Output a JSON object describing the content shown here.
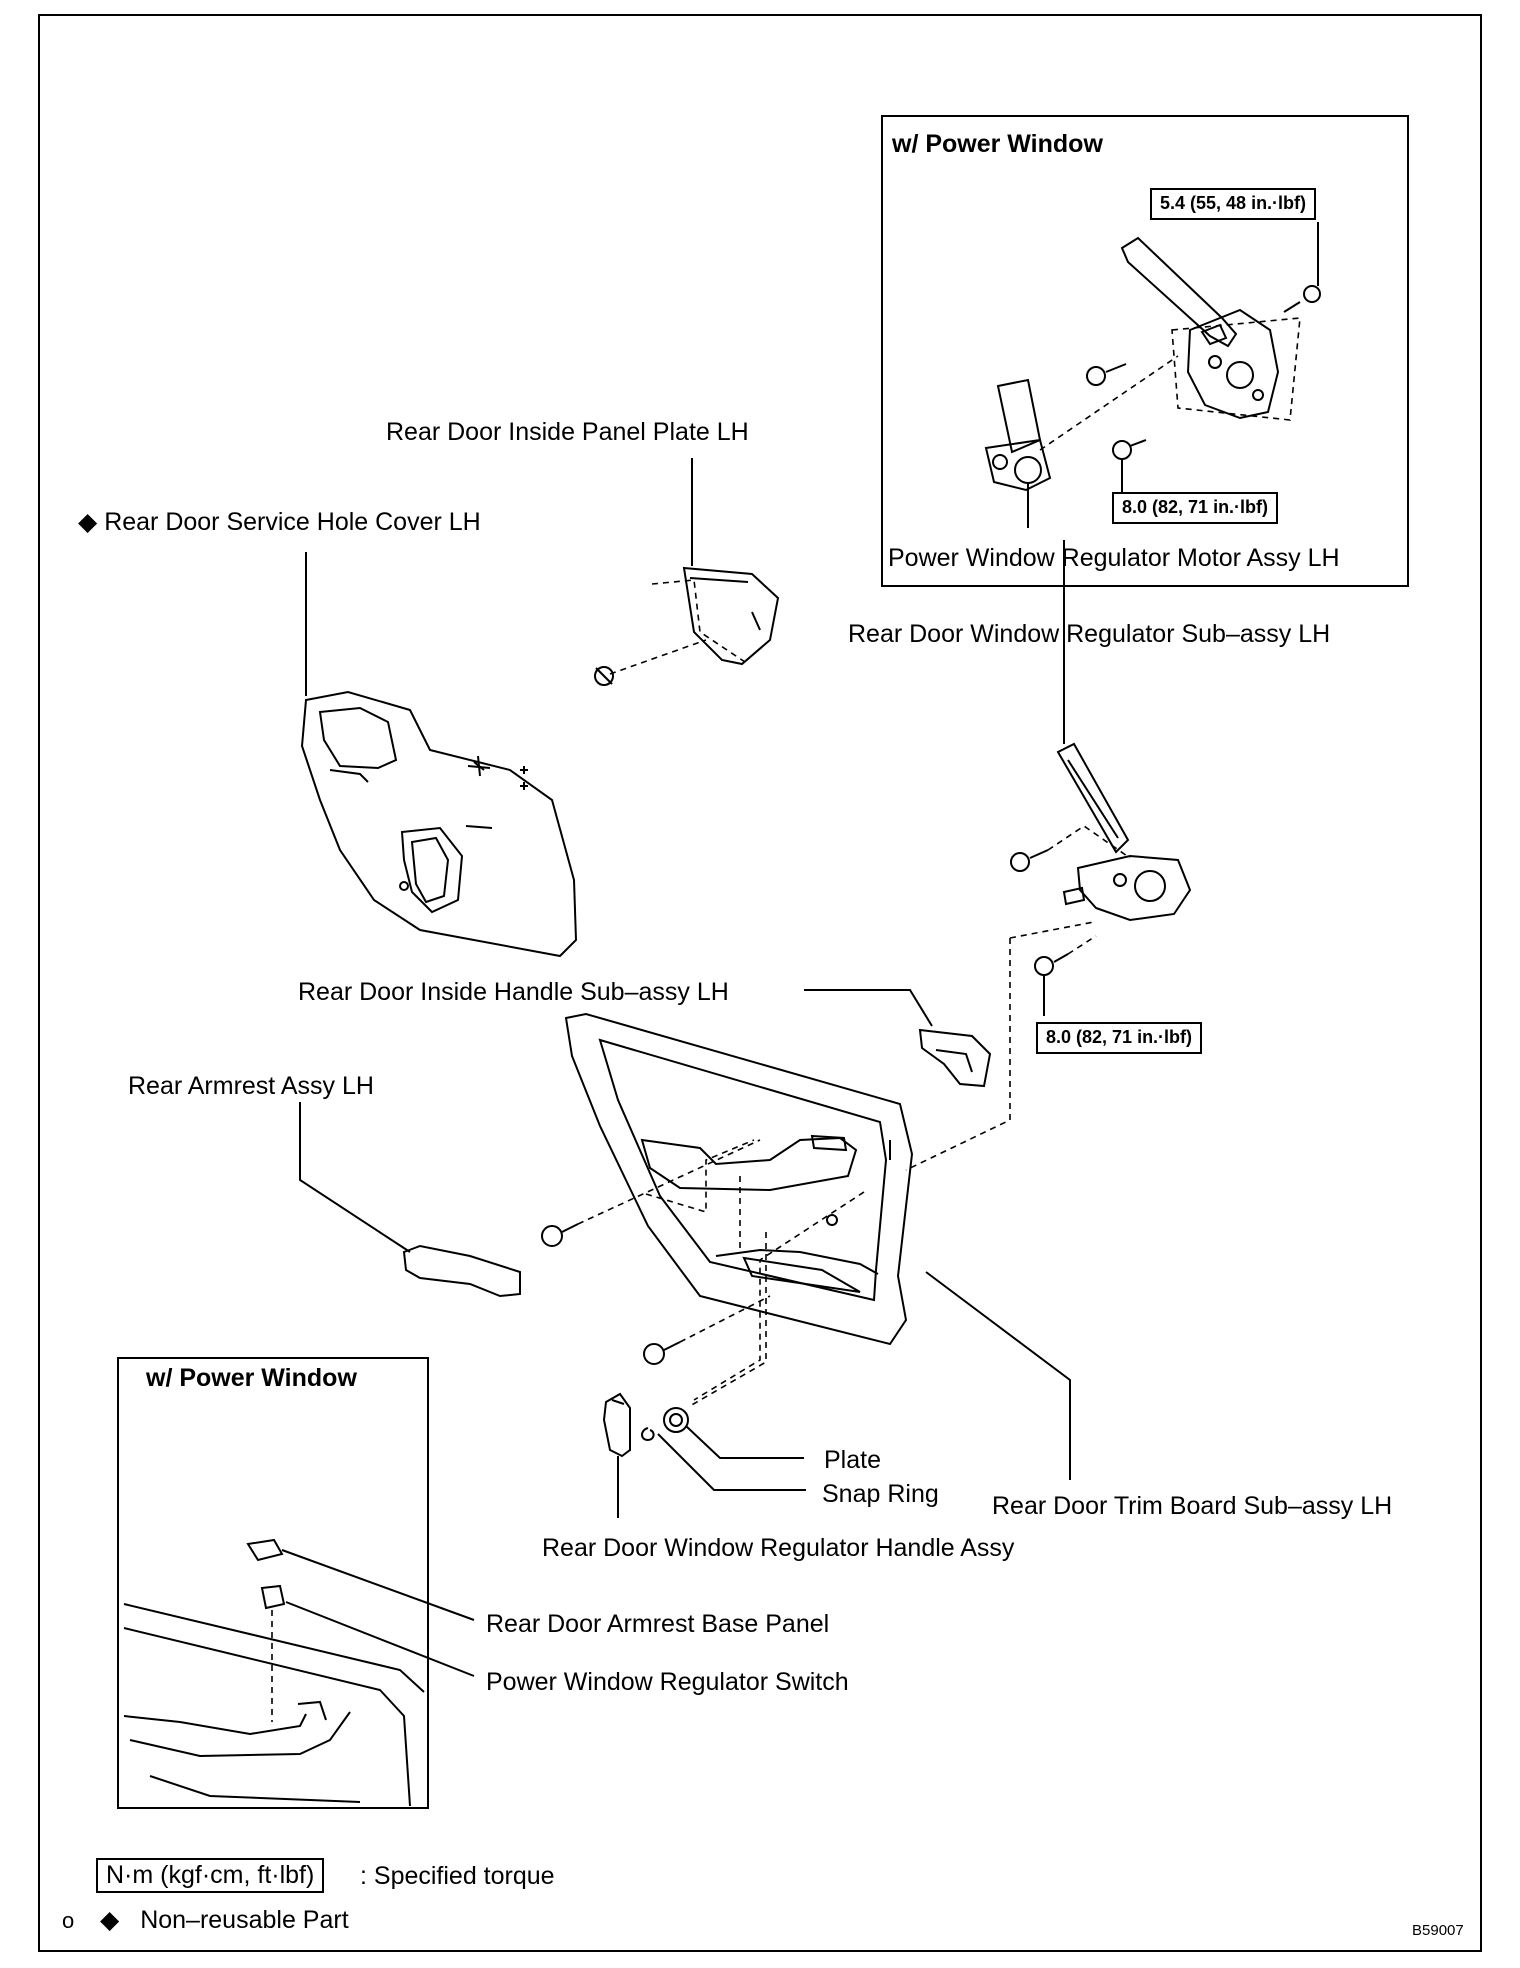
{
  "insets": {
    "top_title": "w/ Power Window",
    "bottom_title": "w/ Power Window"
  },
  "labels": {
    "panel_plate": "Rear Door Inside Panel Plate LH",
    "service_hole_cover": "Rear Door Service Hole Cover LH",
    "regulator_motor": "Power Window Regulator Motor Assy LH",
    "regulator_subassy": "Rear Door Window Regulator Sub–assy LH",
    "inside_handle": "Rear Door Inside Handle Sub–assy LH",
    "armrest": "Rear Armrest Assy LH",
    "plate": "Plate",
    "snap_ring": "Snap Ring",
    "trim_board": "Rear Door Trim Board Sub–assy LH",
    "regulator_handle": "Rear Door Window Regulator Handle Assy",
    "armrest_base_panel": "Rear Door Armrest Base Panel",
    "regulator_switch": "Power Window Regulator Switch"
  },
  "torques": {
    "motor_upper": "5.4 (55, 48 in.·lbf)",
    "motor_lower": "8.0 (82, 71 in.·lbf)",
    "regulator": "8.0 (82, 71 in.·lbf)"
  },
  "legend": {
    "torque_box": "N·m (kgf·cm, ft·lbf)",
    "torque_text": ": Specified torque",
    "nonreusable_text": "Non–reusable Part",
    "diamond": "◆",
    "corner_mark": "o"
  },
  "figure_code": "B59007"
}
